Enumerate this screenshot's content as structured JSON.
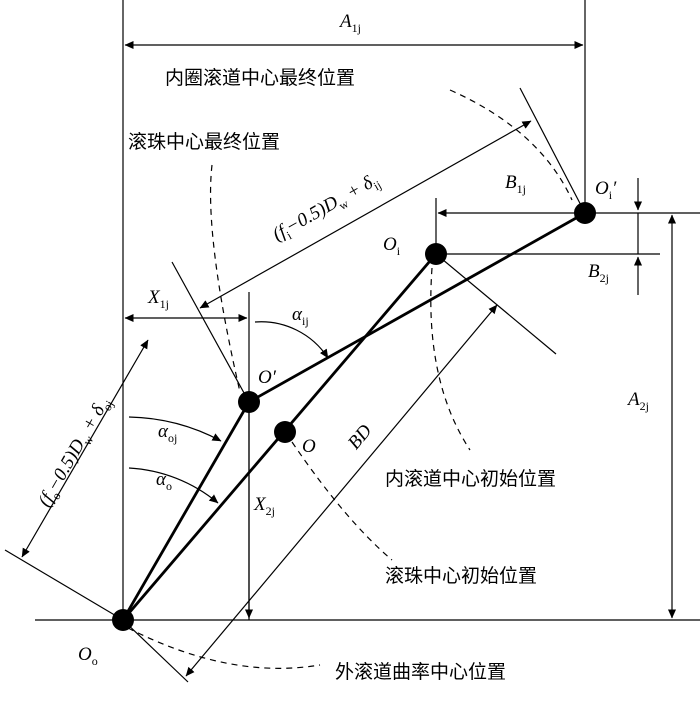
{
  "labels": {
    "A1j": "A1j",
    "A2j": "A2j",
    "B1j": "B1j",
    "B2j": "B2j",
    "X1j": "X1j",
    "X2j": "X2j",
    "alpha_ij": "αij",
    "alpha_oj": "αoj",
    "alpha_o": "αo",
    "Oi_prime": "O′i",
    "Oi": "Oi",
    "O_prime": "O′",
    "O": "O",
    "Oo": "Oo",
    "BD": "BD",
    "fi_expr": "(fi−0.5)Dw + δij",
    "fo_expr": "(fo−0.5)Dw + δoj"
  },
  "annotations": {
    "inner_final": "内圈滚道中心最终位置",
    "ball_final": "滚珠中心最终位置",
    "inner_initial": "内滚道中心初始位置",
    "ball_initial": "滚珠中心初始位置",
    "outer_curvature": "外滚道曲率中心位置"
  }
}
